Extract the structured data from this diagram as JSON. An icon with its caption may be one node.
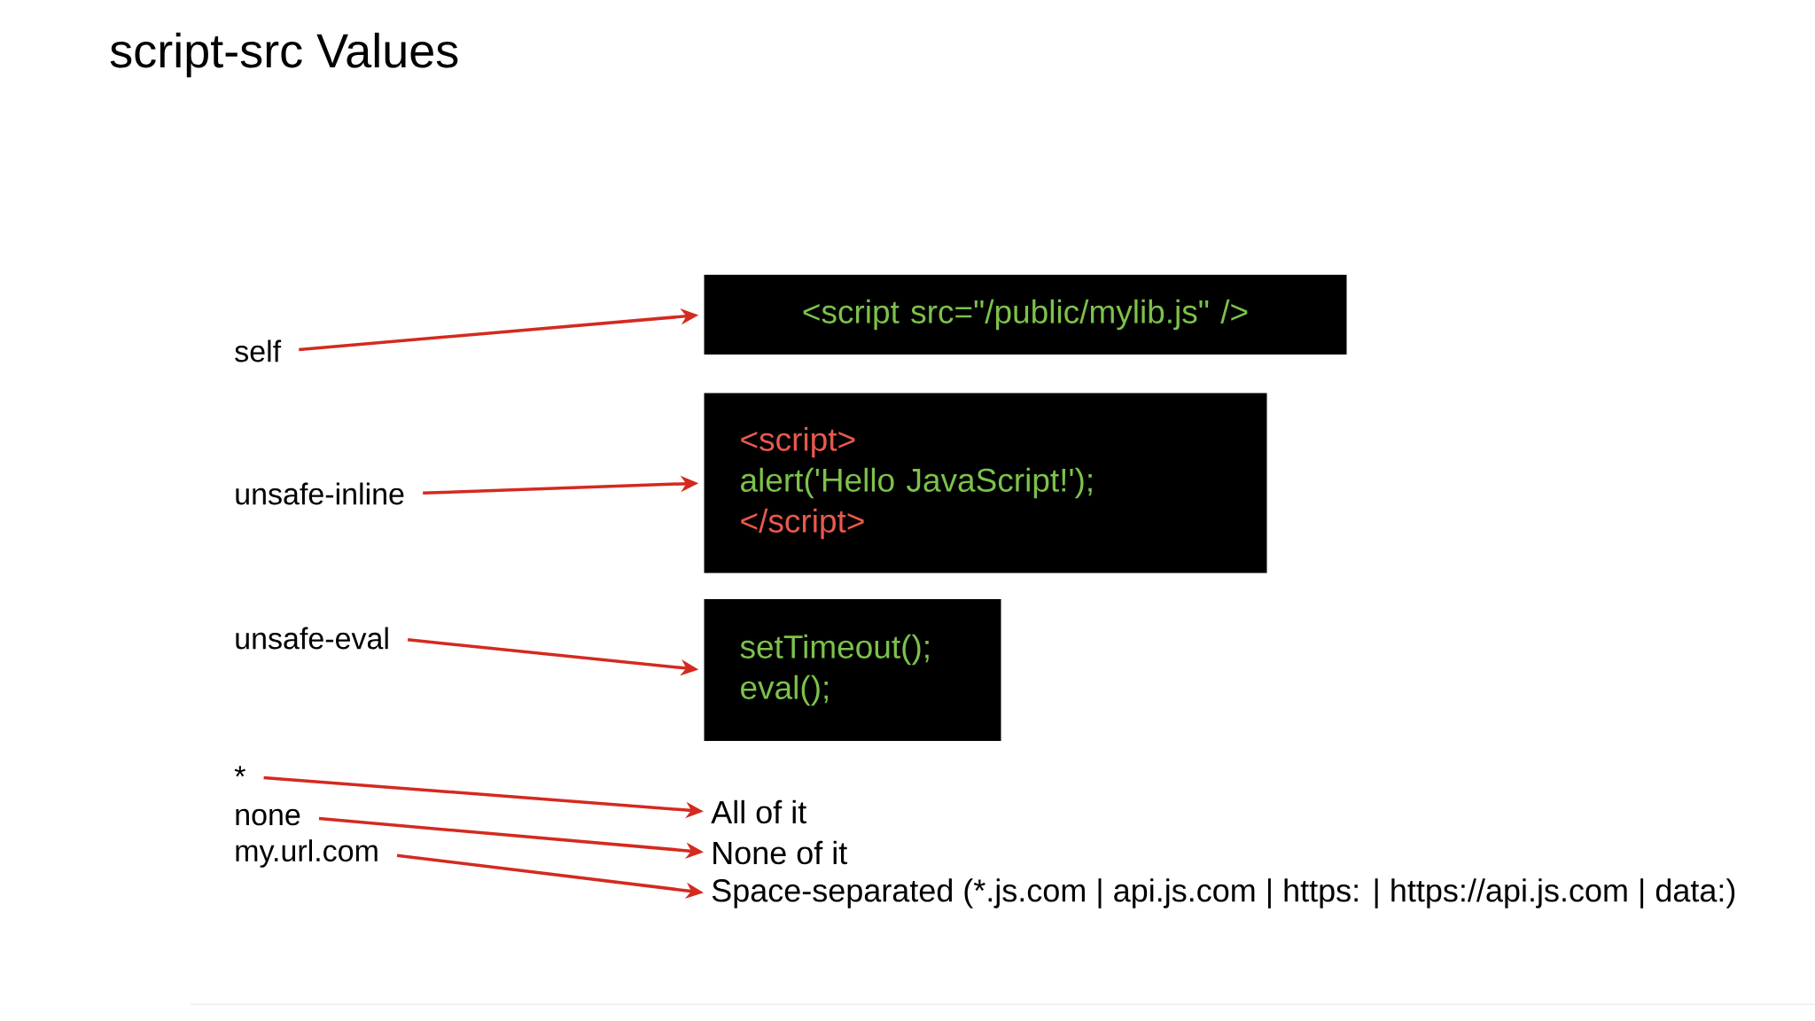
{
  "diagram": {
    "title": "script-src Values",
    "nodes": [
      {
        "text": [
          "self"
        ]
      },
      {
        "text": [
          "unsafe-inline"
        ]
      },
      {
        "text": [
          "unsafe-eval"
        ]
      },
      {
        "text": [
          "*"
        ]
      },
      {
        "text": [
          "none"
        ]
      },
      {
        "text": [
          "my.url.com"
        ]
      },
      {
        "text": [
          "<script src=\"/public/mylib.js\" />"
        ]
      },
      {
        "text": [
          "<script>",
          "alert('Hello JavaScript!');",
          "</script>"
        ]
      },
      {
        "text": [
          "setTimeout();",
          "eval();"
        ]
      },
      {
        "text": [
          "All of it"
        ]
      },
      {
        "text": [
          "None of it"
        ]
      },
      {
        "text": [
          "Space-separated (*.js.com | api.js.com | https: | https://api.js.com | data:)"
        ]
      }
    ],
    "edges": [
      {
        "from": 0,
        "to": 6,
        "arrow": "to"
      },
      {
        "from": 1,
        "to": 7,
        "arrow": "to"
      },
      {
        "from": 2,
        "to": 8,
        "arrow": "to"
      },
      {
        "from": 3,
        "to": 9,
        "arrow": "to"
      },
      {
        "from": 4,
        "to": 10,
        "arrow": "to"
      },
      {
        "from": 5,
        "to": 11,
        "arrow": "to"
      }
    ]
  }
}
